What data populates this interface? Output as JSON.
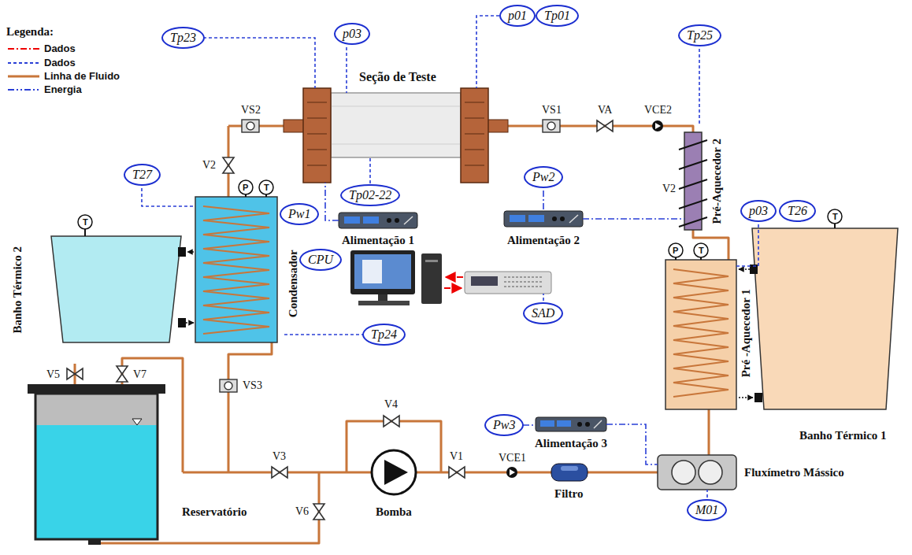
{
  "diagram": {
    "nodes": [
      {
        "text": [
          "Tp23"
        ]
      },
      {
        "text": [
          "p03"
        ]
      },
      {
        "text": [
          "p01"
        ]
      },
      {
        "text": [
          "Tp01"
        ]
      },
      {
        "text": [
          "Tp25"
        ]
      },
      {
        "text": [
          "T27"
        ]
      },
      {
        "text": [
          "Tp02-22"
        ]
      },
      {
        "text": [
          "Pw2"
        ]
      },
      {
        "text": [
          "Pw1"
        ]
      },
      {
        "text": [
          "p03"
        ]
      },
      {
        "text": [
          "T26"
        ]
      },
      {
        "text": [
          "CPU"
        ]
      },
      {
        "text": [
          "SAD"
        ]
      },
      {
        "text": [
          "Tp24"
        ]
      },
      {
        "text": [
          "Pw3"
        ]
      },
      {
        "text": [
          "M01"
        ]
      }
    ],
    "labels": [
      "Legenda:",
      "Seção de Teste",
      "VS2",
      "V2",
      "VS1",
      "VA",
      "VCE2",
      "V2",
      "Pré-Aquecedor 2",
      "T",
      "P",
      "T",
      "Banho Térmico 2",
      "Condensador",
      "Alimentação 1",
      "Alimentação 2",
      "P",
      "T",
      "T",
      "Pré -Aquecedor 1",
      "Banho Térmico 1",
      "V5",
      "V7",
      "VS3",
      "V4",
      "Alimentação 3",
      "V3",
      "V1",
      "VCE1",
      "Fluxímetro Mássico",
      "Filtro",
      "Bomba",
      "Reservatório",
      "V6"
    ],
    "legend": [
      {
        "text": "Dados"
      },
      {
        "text": "Dados"
      },
      {
        "text": "Linha de Fluido"
      },
      {
        "text": "Energia"
      }
    ]
  }
}
